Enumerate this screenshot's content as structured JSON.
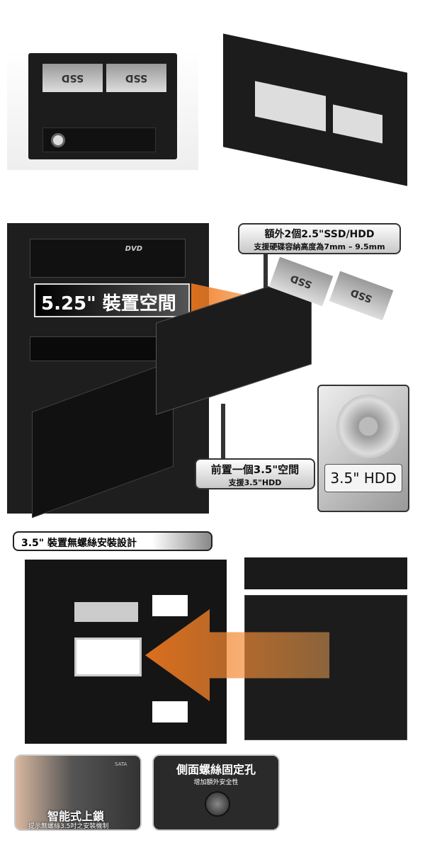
{
  "top_front": {
    "ssd_label_left": "SSD",
    "ssd_label_right": "SSD"
  },
  "tower": {
    "dvd_label": "DVD",
    "bay_label": "5.25\" 裝置空間",
    "callout_ssd": {
      "line1": "額外2個2.5\"SSD/HDD",
      "line2": "支援硬碟容納高度為7mm – 9.5mm"
    },
    "ssd_left": "SSD",
    "ssd_right": "SSD",
    "callout_hdd": {
      "line1": "前置一個3.5\"空間",
      "line2": "支援3.5\"HDD"
    },
    "hdd_label": "3.5\" HDD"
  },
  "section_title": "3.5\" 裝置無螺絲安裝設計",
  "inset_left": {
    "title": "智能式上鎖",
    "subtitle": "提示無螺絲3.5吋之安裝機制",
    "sata": "SATA"
  },
  "inset_right": {
    "title": "側面螺絲固定孔",
    "subtitle": "增加額外安全性"
  }
}
